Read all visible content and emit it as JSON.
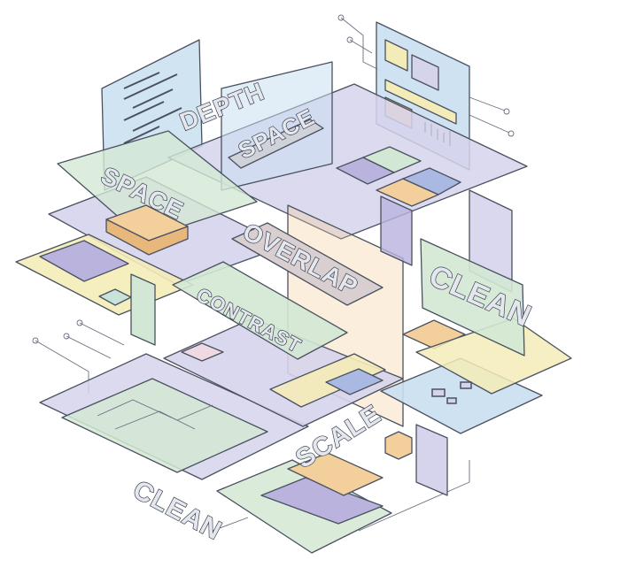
{
  "illustration": {
    "labels": {
      "depth": "DEPTH",
      "space_top": "SPACE",
      "space_left": "SPACE",
      "overlap": "OVERLAP",
      "contrast": "CONTRAST",
      "clean_right": "CLEAN",
      "scale": "SCALE",
      "clean_bottom": "CLEAN"
    },
    "colors": {
      "blue": "#c9dff0",
      "lavender": "#d6d4ec",
      "green": "#d3e8d4",
      "yellow": "#f4ecb8",
      "orange": "#f3cf9c",
      "purple": "#b9b3de",
      "outline": "#4a5160"
    }
  }
}
